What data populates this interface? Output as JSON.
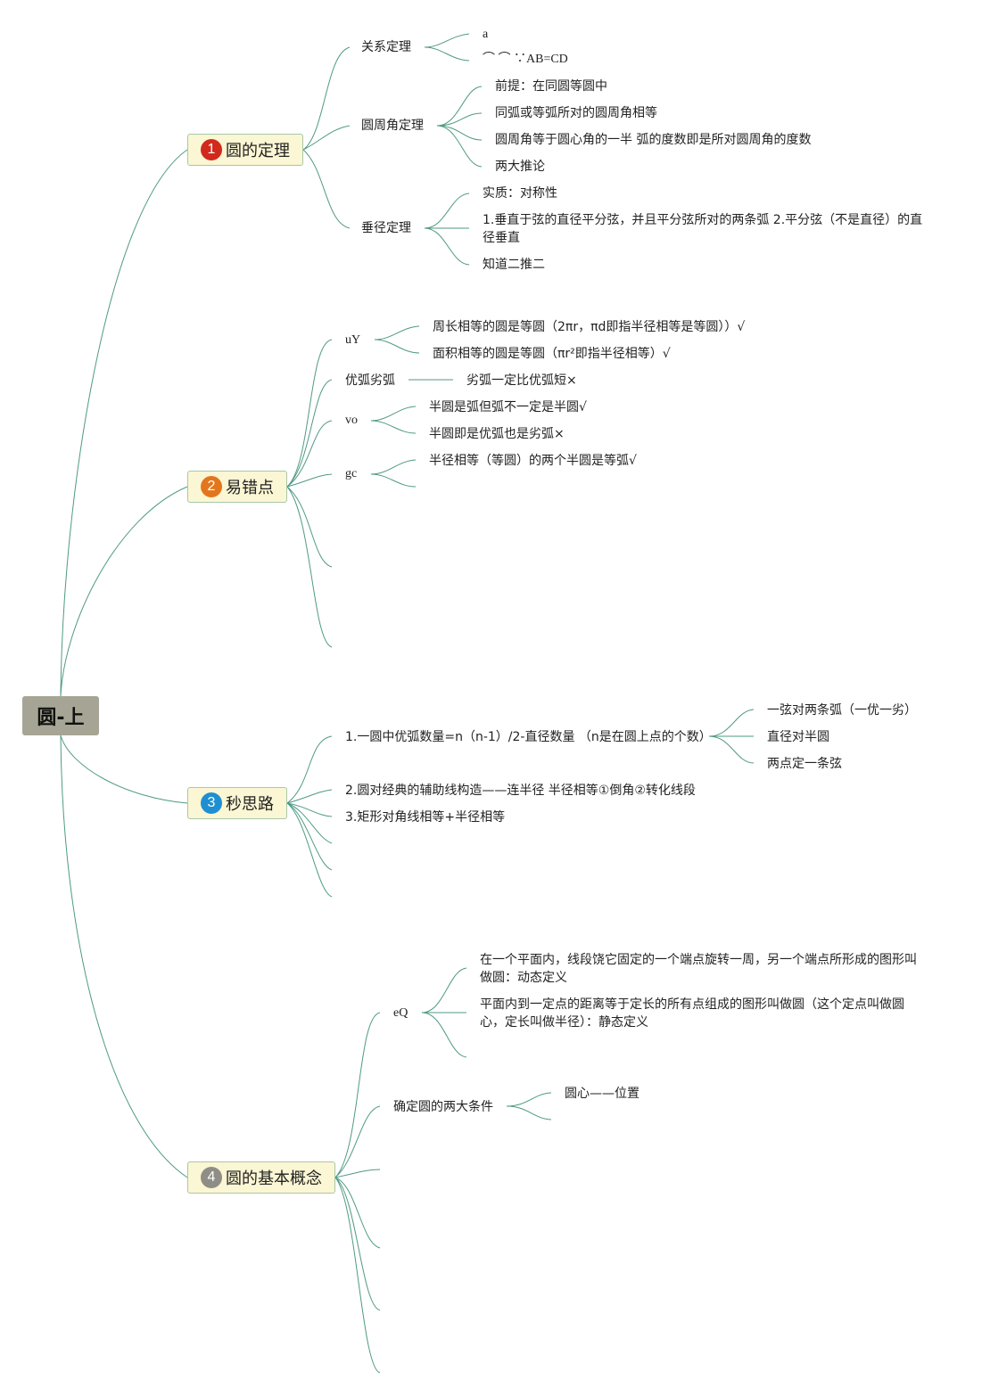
{
  "root": "圆-上",
  "branches": {
    "b1": {
      "num": "1",
      "label": "圆的定理",
      "color": "#d12a1d"
    },
    "b2": {
      "num": "2",
      "label": "易错点",
      "color": "#e3761d"
    },
    "b3": {
      "num": "3",
      "label": "秒思路",
      "color": "#1f8fd1"
    },
    "b4": {
      "num": "4",
      "label": "圆的基本概念",
      "color": "#8e8e86"
    }
  },
  "b1": {
    "rel": "关系定理",
    "rel_a": "a",
    "rel_b": "⌒ ⌒ ∵AB=CD",
    "circ": "圆周角定理",
    "circ_items": [
      "前提：在同圆等圆中",
      "同弧或等弧所对的圆周角相等",
      "圆周角等于圆心角的一半 弧的度数即是所对圆周角的度数",
      "两大推论"
    ],
    "perp": "垂径定理",
    "perp_items": [
      "实质：对称性",
      "1.垂直于弦的直径平分弦，并且平分弦所对的两条弧 2.平分弦（不是直径）的直径垂直",
      "知道二推二"
    ]
  },
  "b2": {
    "uy": "uY",
    "uy_items": [
      "周长相等的圆是等圆（2πr，πd即指半径相等是等圆））√",
      "面积相等的圆是等圆（πr²即指半径相等）√"
    ],
    "arc": "优弧劣弧",
    "arc_item": "劣弧一定比优弧短×",
    "vo": "vo",
    "vo_items": [
      "半圆是弧但弧不一定是半圆√",
      "半圆即是优弧也是劣弧×"
    ],
    "gc": "gc",
    "gc_item": "半径相等（等圆）的两个半圆是等弧√"
  },
  "b3": {
    "i1": "1.一圆中优弧数量=n（n-1）/2-直径数量 （n是在圆上点的个数）",
    "i1_items": [
      "一弦对两条弧（一优一劣）",
      "直径对半圆",
      "两点定一条弦"
    ],
    "i2": "2.圆对经典的辅助线构造——连半径 半径相等①倒角②转化线段",
    "i3": "3.矩形对角线相等+半径相等"
  },
  "b4": {
    "eq": "eQ",
    "eq_items": [
      "在一个平面内，线段饶它固定的一个端点旋转一周，另一个端点所形成的图形叫做圆：动态定义",
      "平面内到一定点的距离等于定长的所有点组成的图形叫做圆（这个定点叫做圆心，定长叫做半径）：静态定义"
    ],
    "cond": "确定圆的两大条件",
    "cond_item": "圆心——位置"
  }
}
